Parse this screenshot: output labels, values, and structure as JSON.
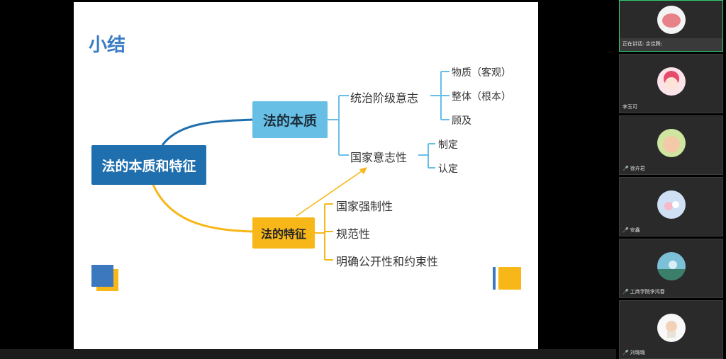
{
  "slide": {
    "title": "小结",
    "root": "法的本质和特征",
    "essence": {
      "label": "法的本质",
      "nodes": [
        {
          "label": "统治阶级意志",
          "leaves": [
            "物质（客观）",
            "整体（根本）",
            "顾及"
          ]
        },
        {
          "label": "国家意志性",
          "leaves": [
            "制定",
            "认定"
          ]
        }
      ]
    },
    "feature": {
      "label": "法的特征",
      "nodes": [
        "国家强制性",
        "规范性",
        "明确公开性和约束性"
      ]
    }
  },
  "participants": [
    {
      "name": "正在讲话: 余佳腾;",
      "avatar": "pink-blob-avatar",
      "active": true
    },
    {
      "name": "李玉可",
      "avatar": "anime-girl-avatar"
    },
    {
      "name": "徐卉君",
      "avatar": "cartoon-animal-avatar"
    },
    {
      "name": "安鑫",
      "avatar": "flower-avatar"
    },
    {
      "name": "工商学院李鸿春",
      "avatar": "landscape-avatar"
    },
    {
      "name": "刘璐璐",
      "avatar": "cartoon-doll-avatar"
    }
  ],
  "colors": {
    "title": "#3b7dc3",
    "root": "#1f6fae",
    "essence": "#68bfe6",
    "feature": "#f7b718"
  }
}
